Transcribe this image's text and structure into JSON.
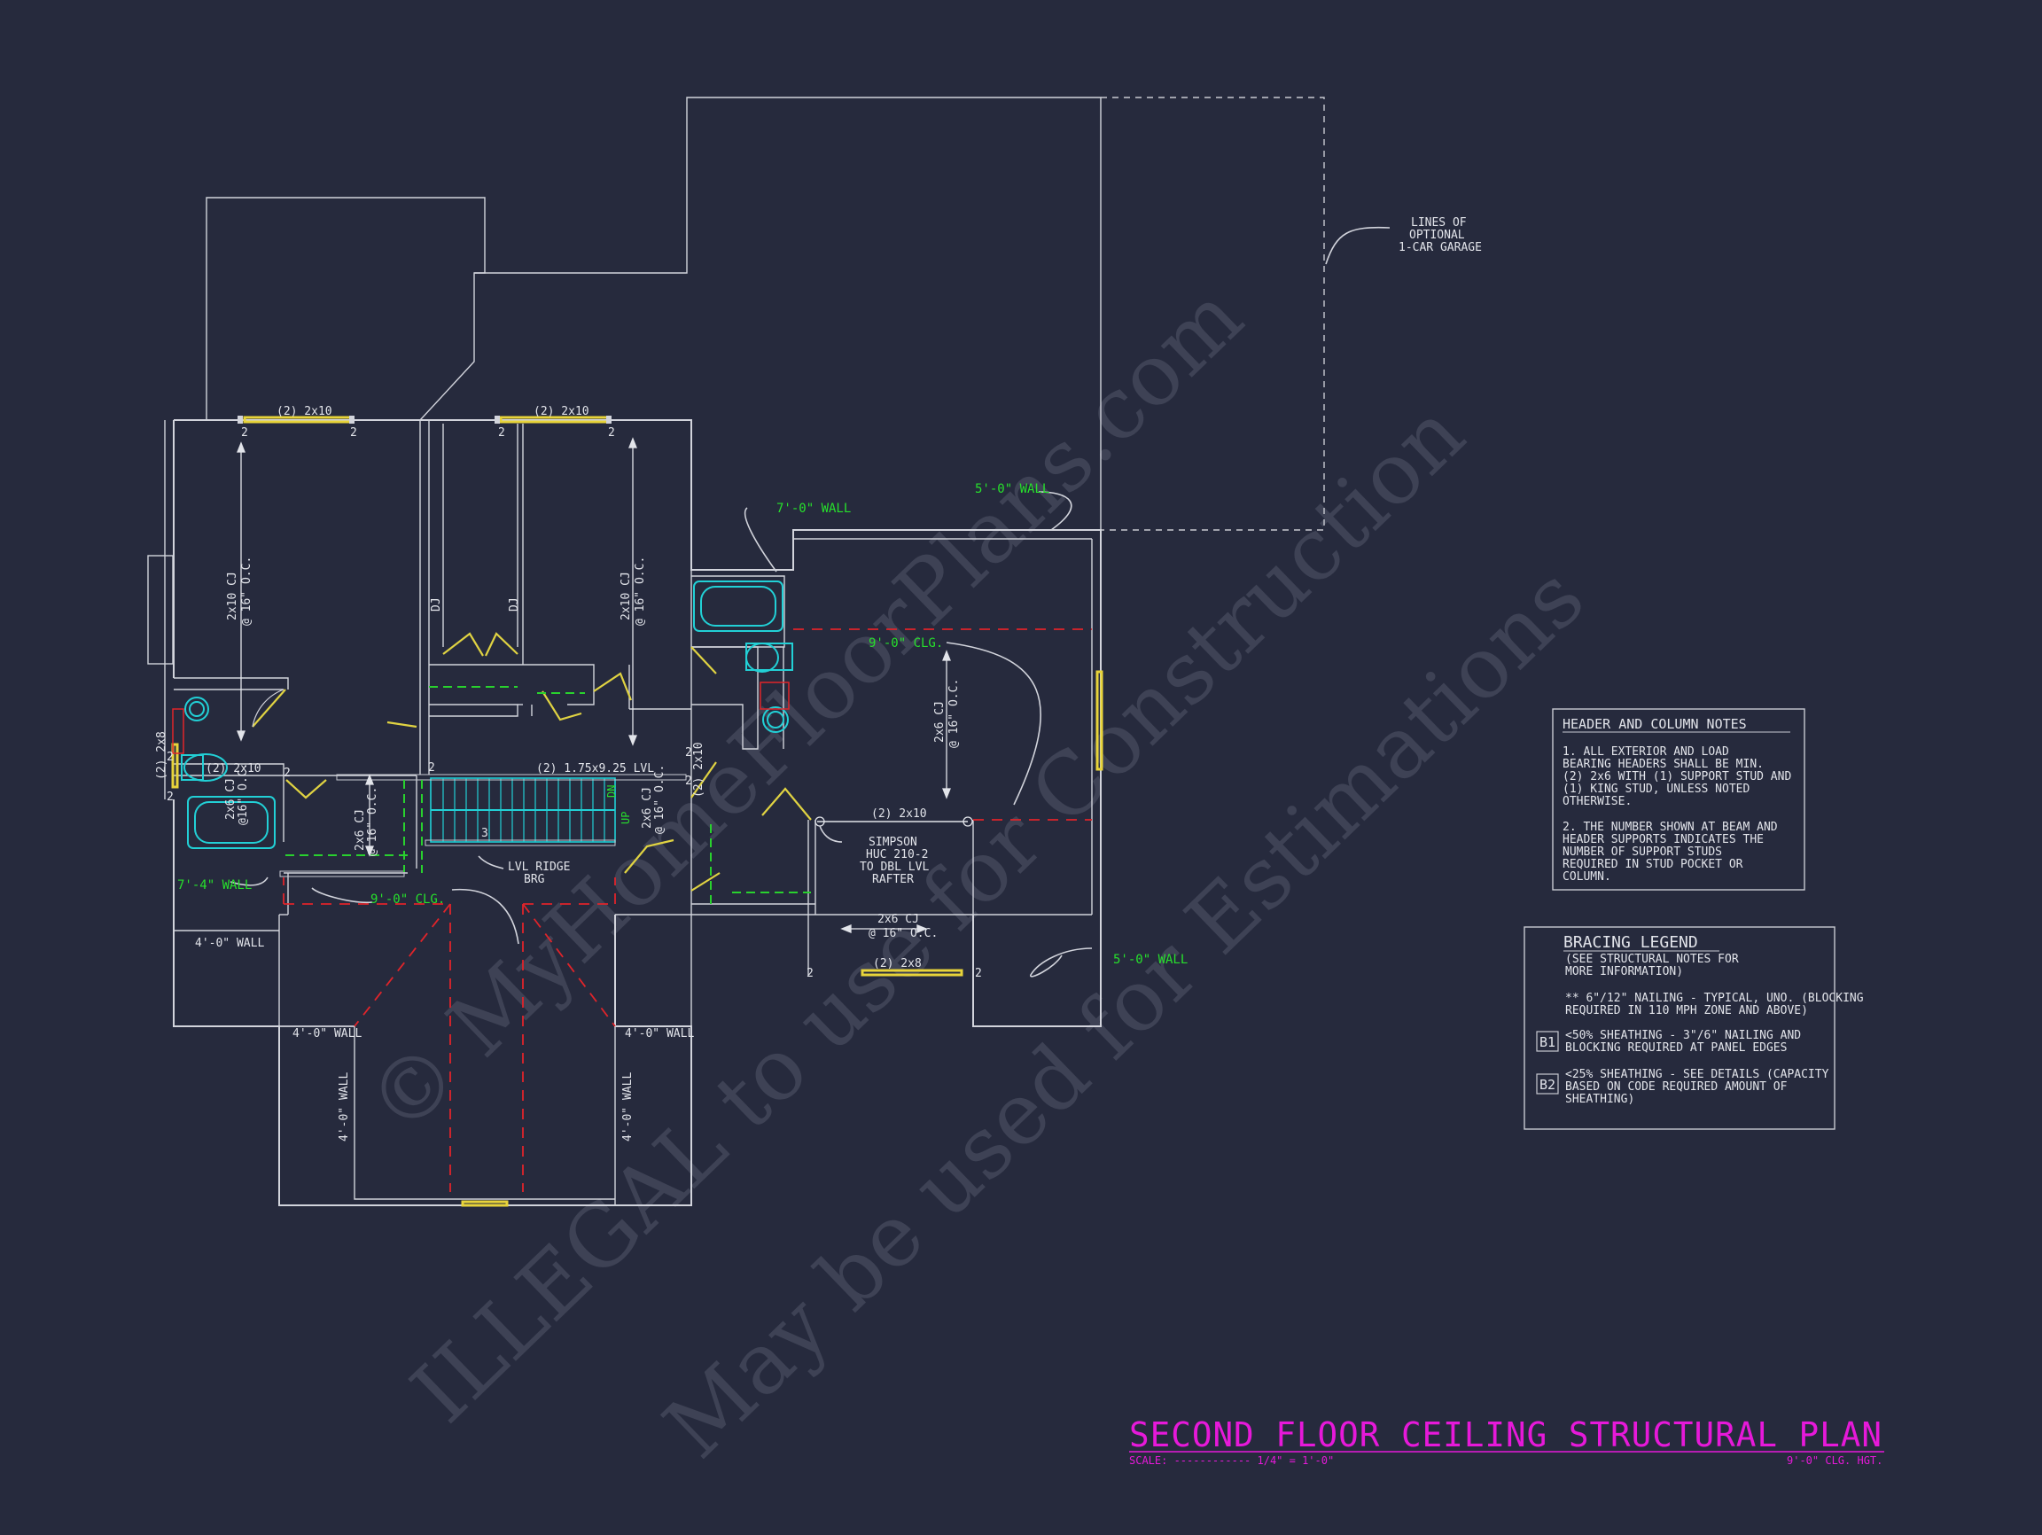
{
  "title": {
    "main": "SECOND FLOOR CEILING STRUCTURAL PLAN",
    "scale_label": "SCALE: ------------ 1/4\" = 1'-0\"",
    "ceiling_height": "9'-0\" CLG. HGT."
  },
  "watermark": {
    "line1": "© MyHomeFloorPlans.com",
    "line2": "ILLEGAL to use for Construction",
    "line3": "May be used for Estimations"
  },
  "garage_note": [
    "LINES OF",
    "OPTIONAL",
    "1-CAR GARAGE"
  ],
  "labels": {
    "hdr_2x10_a": "(2) 2x10",
    "hdr_2x10_b": "(2) 2x10",
    "hdr_2x10_c": "(2) 2x10",
    "hdr_2x10_d": "(2) 2x10",
    "hdr_2x8": "(2) 2x8",
    "hdr_2x8_side": "(2) 2x8",
    "hdr_2x10_side": "(2) 2x10",
    "lvl": "(2) 1.75x9.25 LVL",
    "cj_2x10_a": [
      "2x10 CJ",
      "@ 16\" O.C."
    ],
    "cj_2x10_b": [
      "2x10 CJ",
      "@ 16\" O.C."
    ],
    "cj_2x6_a": [
      "2x6 CJ",
      "@16\" O.C."
    ],
    "cj_2x6_b": [
      "2x6 CJ",
      "@ 16\" O.C."
    ],
    "cj_2x6_c": [
      "2x6 CJ",
      "@ 16\" O.C."
    ],
    "cj_2x6_d": [
      "2x6 CJ",
      "@ 16\" O.C."
    ],
    "cj_2x6_e": [
      "2x6 CJ",
      "@ 16\" O.C."
    ],
    "dj": "DJ",
    "simpson": [
      "SIMPSON",
      "HUC 210-2",
      "TO DBL LVL",
      "RAFTER"
    ],
    "lvl_ridge": [
      "LVL RIDGE",
      "BRG"
    ],
    "wall_4_a": "4'-0\" WALL",
    "wall_4_b": "4'-0\" WALL",
    "wall_4_c": "4'-0\" WALL",
    "wall_4_d": "4'-0\" WALL",
    "wall_4_e": "4'-0\" WALL",
    "dn": "DN",
    "up": "UP",
    "post_2": "2",
    "post_3": "3"
  },
  "green_labels": {
    "wall_7_0": "7'-0\" WALL",
    "wall_5_0_top": "5'-0\" WALL",
    "wall_5_0_bottom": "5'-0\" WALL",
    "wall_7_4": "7'-4\" WALL",
    "clg_9_a": "9'-0\" CLG.",
    "clg_9_b": "9'-0\" CLG."
  },
  "header_notes": {
    "title": "HEADER AND COLUMN NOTES",
    "note1": [
      "1. ALL EXTERIOR AND LOAD",
      "BEARING HEADERS SHALL BE MIN.",
      "(2) 2x6 WITH (1) SUPPORT STUD AND",
      "(1) KING STUD, UNLESS NOTED",
      "OTHERWISE."
    ],
    "note2": [
      "2. THE NUMBER SHOWN AT BEAM AND",
      "HEADER SUPPORTS INDICATES THE",
      "NUMBER OF SUPPORT STUDS",
      "REQUIRED IN STUD POCKET OR",
      "COLUMN."
    ]
  },
  "bracing_legend": {
    "title": "BRACING LEGEND",
    "subtitle": [
      "(SEE STRUCTURAL NOTES FOR",
      "MORE INFORMATION)"
    ],
    "item0": [
      "** 6\"/12\" NAILING - TYPICAL, UNO. (BLOCKING",
      "REQUIRED IN 110 MPH ZONE AND ABOVE)"
    ],
    "b1_tag": "B1",
    "b1": [
      "<50% SHEATHING - 3\"/6\" NAILING AND",
      "BLOCKING REQUIRED AT PANEL EDGES"
    ],
    "b2_tag": "B2",
    "b2": [
      "<25% SHEATHING - SEE DETAILS (CAPACITY",
      "BASED ON CODE REQUIRED AMOUNT OF",
      "SHEATHING)"
    ]
  },
  "colors": {
    "background": "#262a3d",
    "walls": "#d2d4dc",
    "dimensions_green": "#27e02c",
    "title_magenta": "#e619d9",
    "fixtures_cyan": "#22d0d6",
    "headers_yellow": "#e8d43a",
    "ridge_red": "#e0242a"
  }
}
